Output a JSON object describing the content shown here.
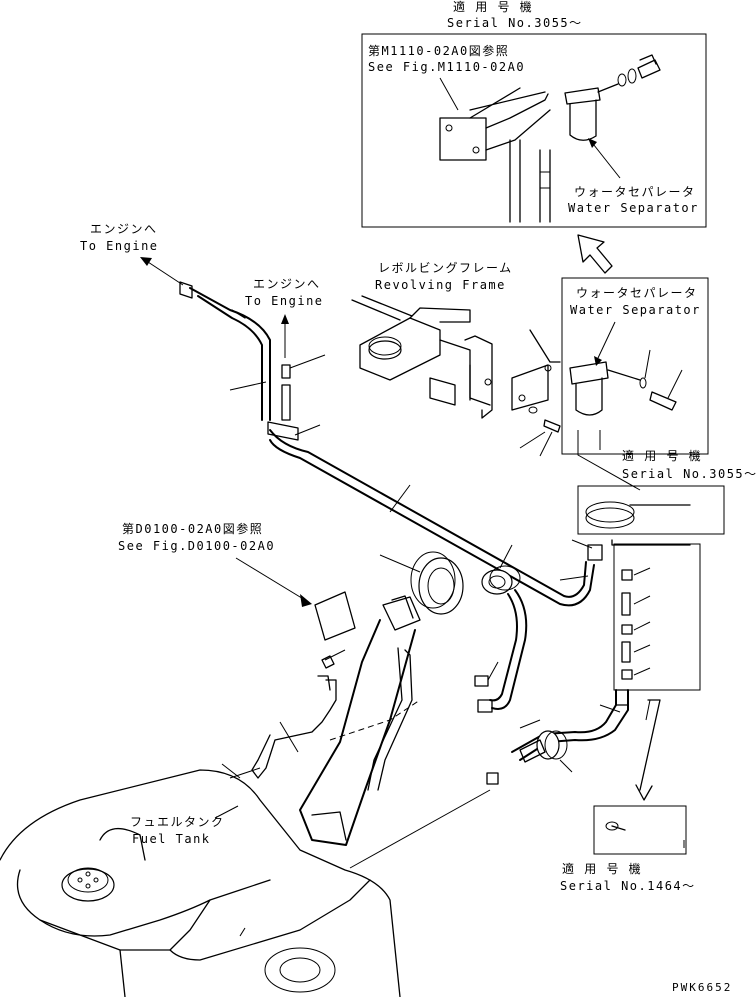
{
  "labels": {
    "top_serial_jp": "適 用 号 機",
    "top_serial_en": "Serial No.3055～",
    "ref_m1110_jp": "第M1110-02A0図参照",
    "ref_m1110_en": "See Fig.M1110-02A0",
    "water_sep_top_jp": "ウォータセパレータ",
    "water_sep_top_en": "Water Separator",
    "to_engine_1_jp": "エンジンへ",
    "to_engine_1_en": "To Engine",
    "to_engine_2_jp": "エンジンへ",
    "to_engine_2_en": "To Engine",
    "revolving_frame_jp": "レボルビングフレーム",
    "revolving_frame_en": "Revolving Frame",
    "water_sep_mid_jp": "ウォータセパレータ",
    "water_sep_mid_en": "Water Separator",
    "mid_serial_jp": "適 用 号 機",
    "mid_serial_en": "Serial No.3055～",
    "ref_d0100_jp": "第D0100-02A0図参照",
    "ref_d0100_en": "See Fig.D0100-02A0",
    "fuel_tank_jp": "フュエルタンク",
    "fuel_tank_en": "Fuel Tank",
    "bottom_serial_jp": "適 用 号 機",
    "bottom_serial_en": "Serial No.1464～",
    "drawing_code": "PWK6652"
  }
}
